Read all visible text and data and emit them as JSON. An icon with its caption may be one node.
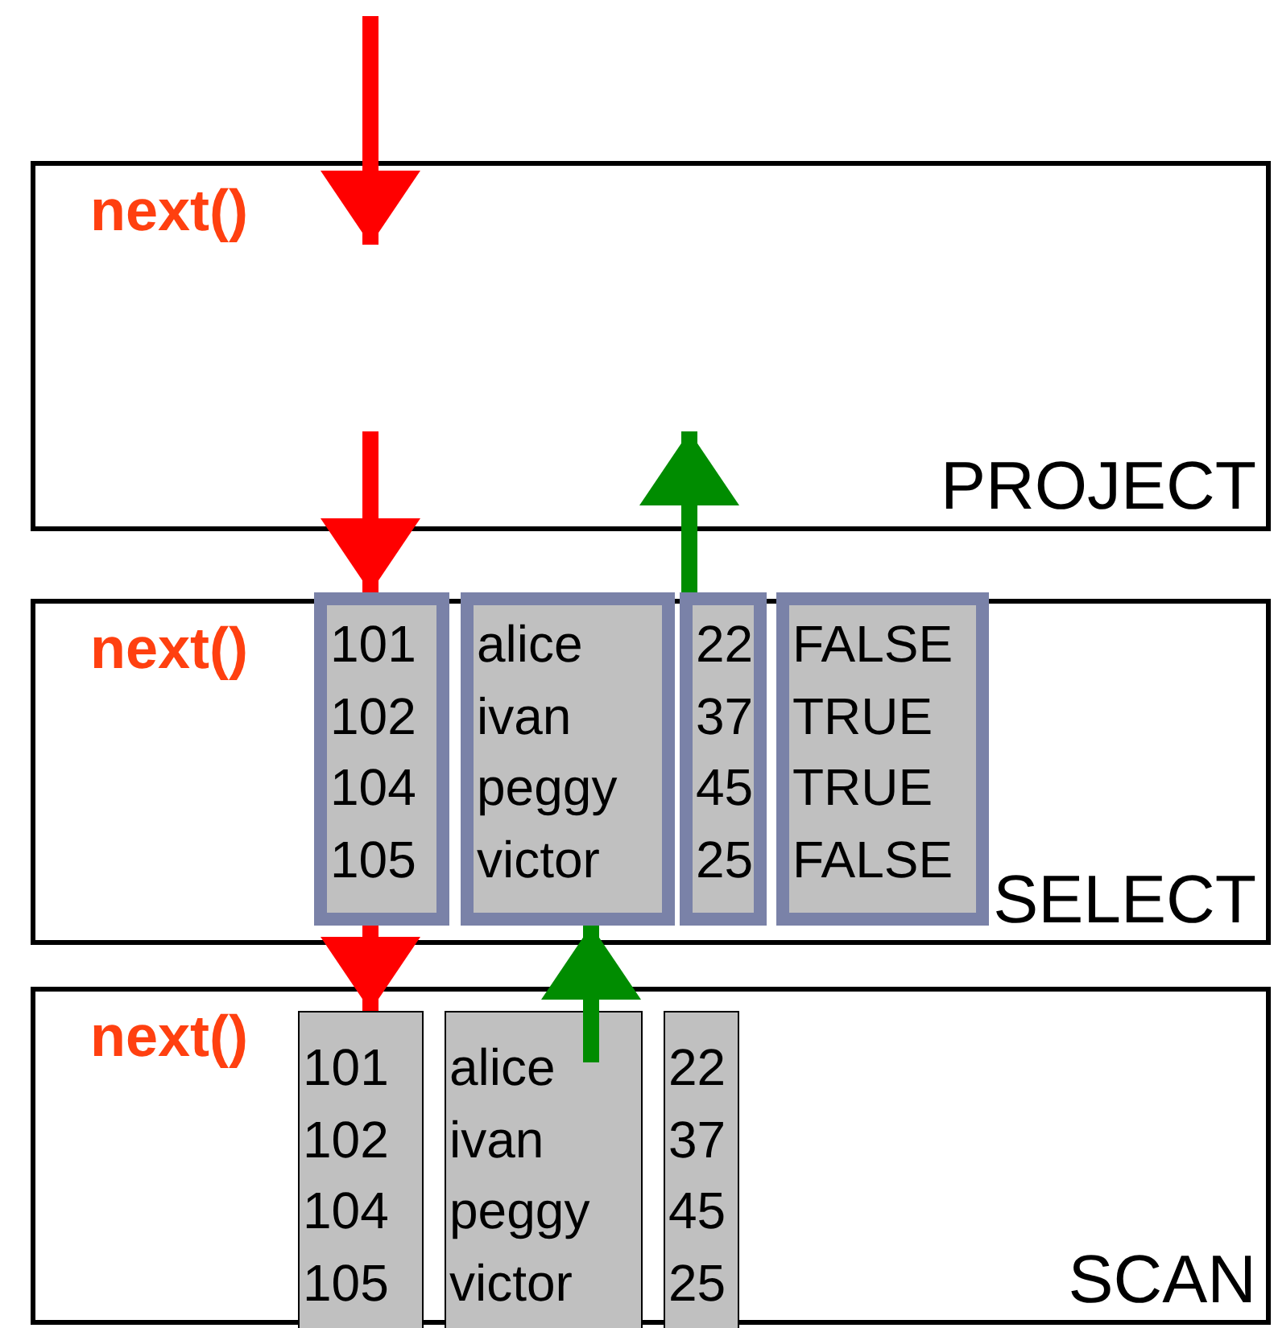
{
  "diagram": {
    "nodes": [
      {
        "text": [
          "next()",
          "PROJECT"
        ]
      },
      {
        "text": [
          "next()",
          "SELECT"
        ]
      },
      {
        "text": [
          "next()",
          "SCAN"
        ]
      },
      {
        "text": [
          "101 102 104 105"
        ],
        "in": 1
      },
      {
        "text": [
          "alice ivan peggy victor"
        ],
        "in": 1
      },
      {
        "text": [
          "22 37 45 25"
        ],
        "in": 1
      },
      {
        "text": [
          "FALSE TRUE TRUE FALSE"
        ],
        "in": 1
      },
      {
        "text": [
          "101 102 104 105"
        ],
        "in": 2
      },
      {
        "text": [
          "alice ivan peggy victor"
        ],
        "in": 2
      },
      {
        "text": [
          "22 37 45 25"
        ],
        "in": 2
      }
    ],
    "edges": [
      {
        "from": null,
        "to": 0,
        "arrow": "to",
        "color": "#ff0000"
      },
      {
        "from": 0,
        "to": 3,
        "arrow": "to",
        "color": "#ff0000"
      },
      {
        "from": 3,
        "to": 7,
        "arrow": "to",
        "color": "#ff0000"
      },
      {
        "from": 8,
        "to": 4,
        "arrow": "to",
        "color": "#008c00"
      },
      {
        "from": 5,
        "to": 0,
        "arrow": "to",
        "color": "#008c00"
      }
    ]
  }
}
